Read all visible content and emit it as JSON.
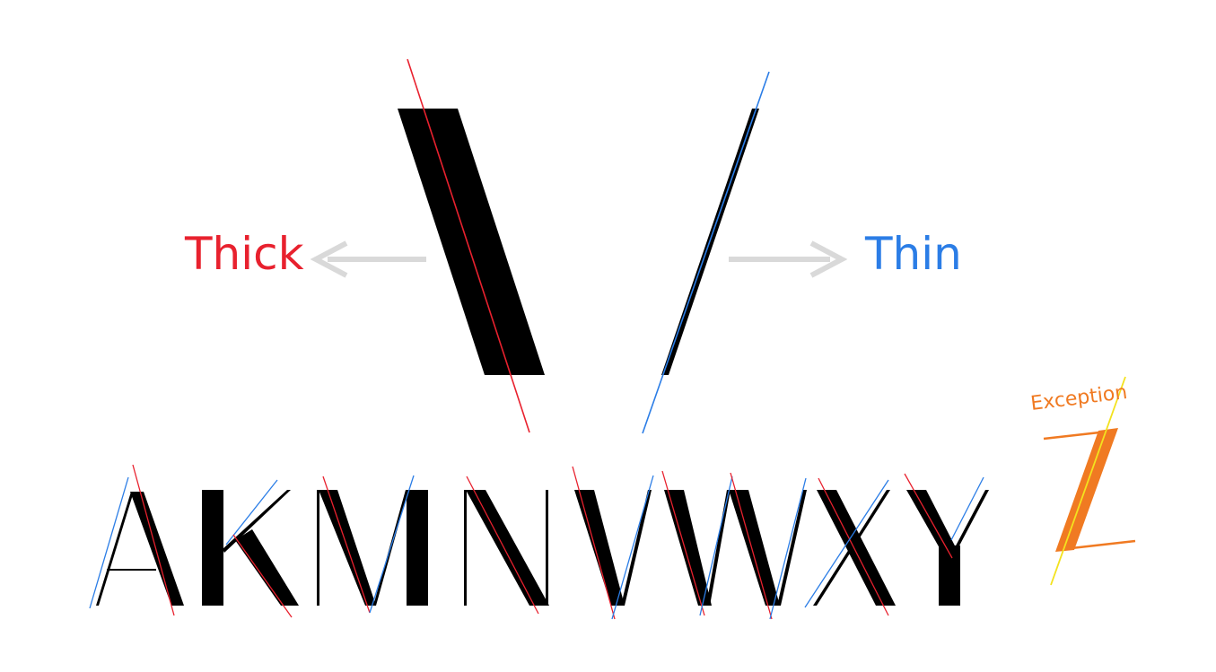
{
  "labels": {
    "thick": "Thick",
    "thin": "Thin",
    "exception": "Exception"
  },
  "letters": [
    "A",
    "K",
    "M",
    "N",
    "V",
    "W",
    "X",
    "Y"
  ],
  "special_letter": "Z",
  "colors": {
    "thick": "#e8212e",
    "thin": "#2b7de6",
    "exception": "#f07a22",
    "exception_axis": "#f3e21e",
    "arrow": "#d9d9d9",
    "stroke": "#000000"
  }
}
